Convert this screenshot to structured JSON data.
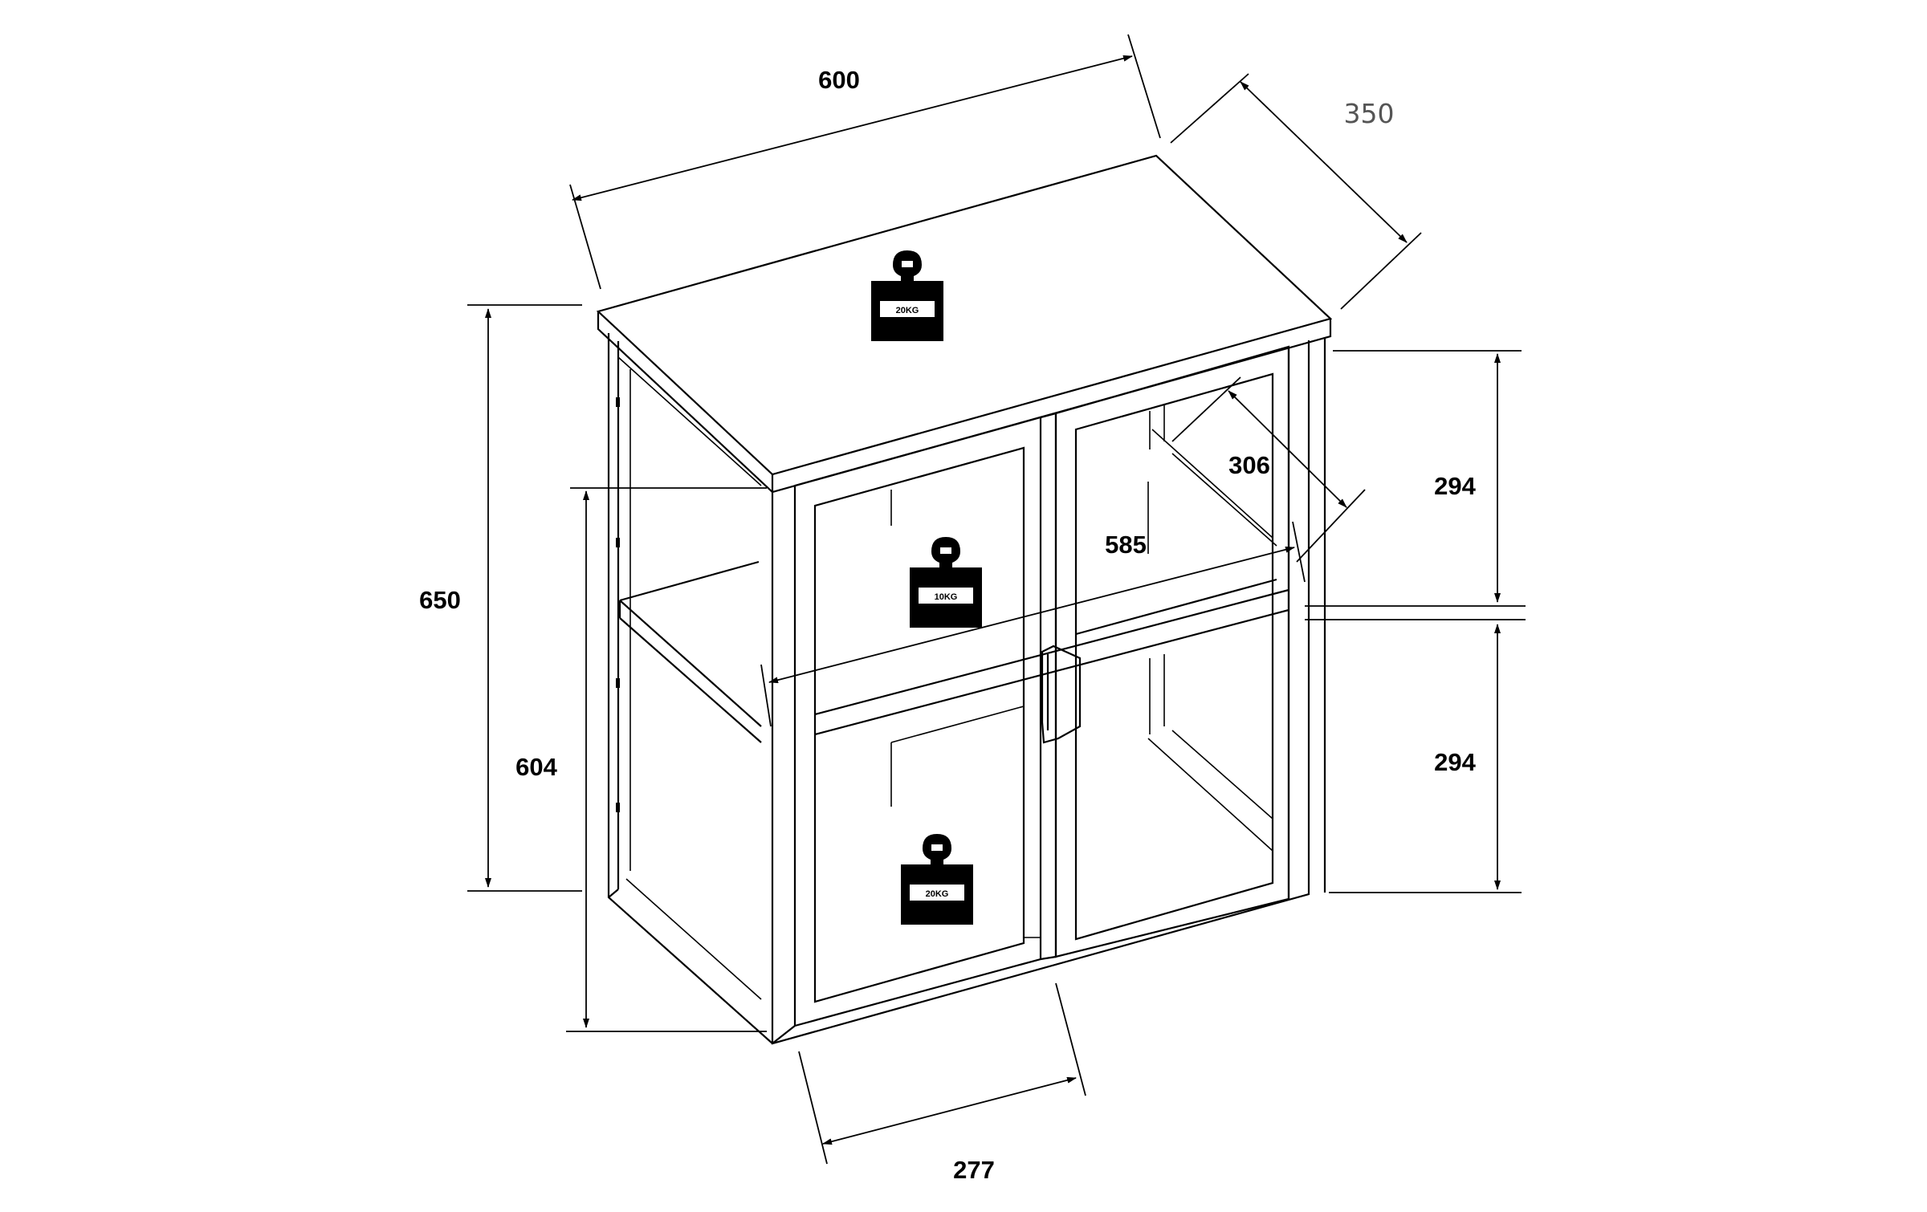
{
  "diagram": {
    "dimensions": {
      "width": "600",
      "depth": "350",
      "height": "650",
      "door_height": "604",
      "shelf_depth": "306",
      "inner_width": "585",
      "upper_compartment_height": "294",
      "lower_compartment_height": "294",
      "door_width": "277"
    },
    "weights": {
      "top": "20KG",
      "shelf": "10KG",
      "bottom": "20KG"
    }
  }
}
